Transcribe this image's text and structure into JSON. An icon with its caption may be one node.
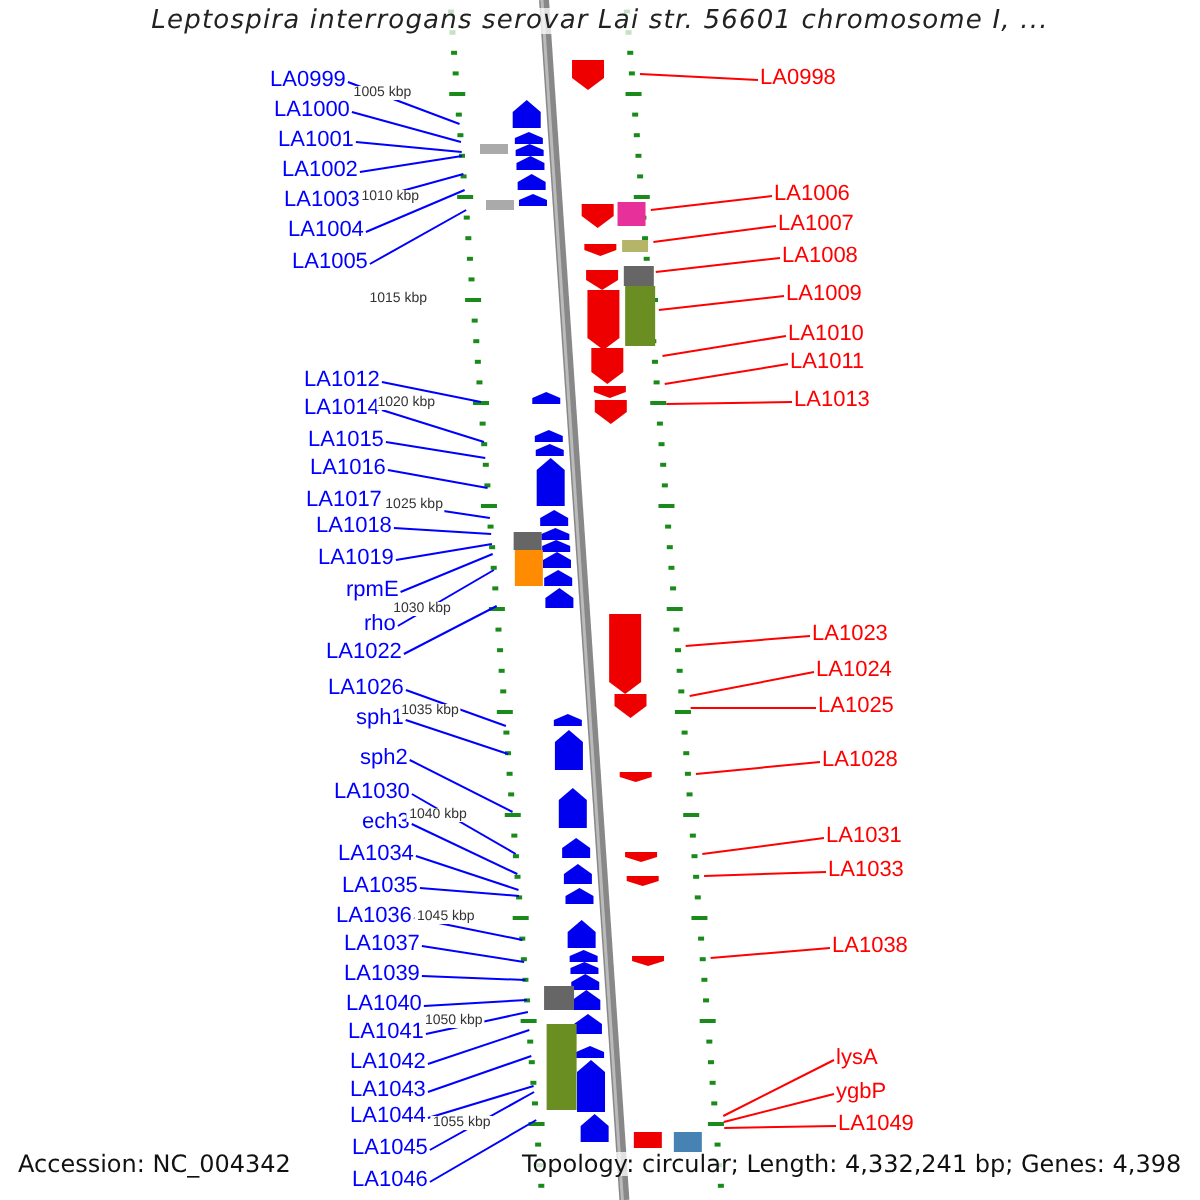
{
  "diagram": {
    "title": "Leptospira interrogans serovar Lai str. 56601 chromosome I, ...",
    "nodes": [
      {
        "text": [
          "LA0999"
        ]
      },
      {
        "text": [
          "LA1000"
        ]
      },
      {
        "text": [
          "LA1001"
        ]
      },
      {
        "text": [
          "LA1002"
        ]
      },
      {
        "text": [
          "LA1003"
        ]
      },
      {
        "text": [
          "LA1004"
        ]
      },
      {
        "text": [
          "LA1005"
        ]
      },
      {
        "text": [
          "LA1012"
        ]
      },
      {
        "text": [
          "LA1014"
        ]
      },
      {
        "text": [
          "LA1015"
        ]
      },
      {
        "text": [
          "LA1016"
        ]
      },
      {
        "text": [
          "LA1017"
        ]
      },
      {
        "text": [
          "LA1018"
        ]
      },
      {
        "text": [
          "LA1019"
        ]
      },
      {
        "text": [
          "rpmE"
        ]
      },
      {
        "text": [
          "rho"
        ]
      },
      {
        "text": [
          "LA1022"
        ]
      },
      {
        "text": [
          "LA1026"
        ]
      },
      {
        "text": [
          "sph1"
        ]
      },
      {
        "text": [
          "sph2"
        ]
      },
      {
        "text": [
          "LA1030"
        ]
      },
      {
        "text": [
          "ech3"
        ]
      },
      {
        "text": [
          "LA1034"
        ]
      },
      {
        "text": [
          "LA1035"
        ]
      },
      {
        "text": [
          "LA1036"
        ]
      },
      {
        "text": [
          "LA1037"
        ]
      },
      {
        "text": [
          "LA1039"
        ]
      },
      {
        "text": [
          "LA1040"
        ]
      },
      {
        "text": [
          "LA1041"
        ]
      },
      {
        "text": [
          "LA1042"
        ]
      },
      {
        "text": [
          "LA1043"
        ]
      },
      {
        "text": [
          "LA1044"
        ]
      },
      {
        "text": [
          "LA1045"
        ]
      },
      {
        "text": [
          "LA1046"
        ]
      },
      {
        "text": [
          "LA0998"
        ]
      },
      {
        "text": [
          "LA1006"
        ]
      },
      {
        "text": [
          "LA1007"
        ]
      },
      {
        "text": [
          "LA1008"
        ]
      },
      {
        "text": [
          "LA1009"
        ]
      },
      {
        "text": [
          "LA1010"
        ]
      },
      {
        "text": [
          "LA1011"
        ]
      },
      {
        "text": [
          "LA1013"
        ]
      },
      {
        "text": [
          "LA1023"
        ]
      },
      {
        "text": [
          "LA1024"
        ]
      },
      {
        "text": [
          "LA1025"
        ]
      },
      {
        "text": [
          "LA1028"
        ]
      },
      {
        "text": [
          "LA1031"
        ]
      },
      {
        "text": [
          "LA1033"
        ]
      },
      {
        "text": [
          "LA1038"
        ]
      },
      {
        "text": [
          "lysA"
        ]
      },
      {
        "text": [
          "ygbP"
        ]
      },
      {
        "text": [
          "LA1049"
        ]
      }
    ],
    "edges": [
      {
        "from": 0,
        "to": null,
        "arrow": "none"
      },
      {
        "from": 1,
        "to": null,
        "arrow": "none"
      },
      {
        "from": 2,
        "to": null,
        "arrow": "none"
      },
      {
        "from": 3,
        "to": null,
        "arrow": "none"
      },
      {
        "from": 4,
        "to": null,
        "arrow": "none"
      },
      {
        "from": 5,
        "to": null,
        "arrow": "none"
      },
      {
        "from": 6,
        "to": null,
        "arrow": "none"
      },
      {
        "from": 7,
        "to": null,
        "arrow": "none"
      },
      {
        "from": 8,
        "to": null,
        "arrow": "none"
      },
      {
        "from": 9,
        "to": null,
        "arrow": "none"
      },
      {
        "from": 10,
        "to": null,
        "arrow": "none"
      },
      {
        "from": 11,
        "to": null,
        "arrow": "none"
      },
      {
        "from": 12,
        "to": null,
        "arrow": "none"
      },
      {
        "from": 13,
        "to": null,
        "arrow": "none"
      },
      {
        "from": 14,
        "to": null,
        "arrow": "none"
      },
      {
        "from": 15,
        "to": null,
        "arrow": "none"
      },
      {
        "from": 16,
        "to": null,
        "arrow": "none"
      },
      {
        "from": 17,
        "to": null,
        "arrow": "none"
      },
      {
        "from": 18,
        "to": null,
        "arrow": "none"
      },
      {
        "from": 19,
        "to": null,
        "arrow": "none"
      },
      {
        "from": 20,
        "to": null,
        "arrow": "none"
      },
      {
        "from": 21,
        "to": null,
        "arrow": "none"
      },
      {
        "from": 22,
        "to": null,
        "arrow": "none"
      },
      {
        "from": 23,
        "to": null,
        "arrow": "none"
      },
      {
        "from": 24,
        "to": null,
        "arrow": "none"
      },
      {
        "from": 25,
        "to": null,
        "arrow": "none"
      },
      {
        "from": 26,
        "to": null,
        "arrow": "none"
      },
      {
        "from": 27,
        "to": null,
        "arrow": "none"
      },
      {
        "from": 28,
        "to": null,
        "arrow": "none"
      },
      {
        "from": 29,
        "to": null,
        "arrow": "none"
      },
      {
        "from": 30,
        "to": null,
        "arrow": "none"
      },
      {
        "from": 31,
        "to": null,
        "arrow": "none"
      },
      {
        "from": 32,
        "to": null,
        "arrow": "none"
      },
      {
        "from": 33,
        "to": null,
        "arrow": "none"
      },
      {
        "from": 34,
        "to": null,
        "arrow": "none",
        "color": "#ff0000"
      },
      {
        "from": 35,
        "to": null,
        "arrow": "none",
        "color": "#ff0000"
      },
      {
        "from": 36,
        "to": null,
        "arrow": "none",
        "color": "#ff0000"
      },
      {
        "from": 37,
        "to": null,
        "arrow": "none",
        "color": "#ff0000"
      },
      {
        "from": 38,
        "to": null,
        "arrow": "none",
        "color": "#ff0000"
      },
      {
        "from": 39,
        "to": null,
        "arrow": "none",
        "color": "#ff0000"
      },
      {
        "from": 40,
        "to": null,
        "arrow": "none",
        "color": "#ff0000"
      },
      {
        "from": 41,
        "to": null,
        "arrow": "none",
        "color": "#ff0000"
      },
      {
        "from": 42,
        "to": null,
        "arrow": "none",
        "color": "#ff0000"
      },
      {
        "from": 43,
        "to": null,
        "arrow": "none",
        "color": "#ff0000"
      },
      {
        "from": 44,
        "to": null,
        "arrow": "none",
        "color": "#ff0000"
      },
      {
        "from": 45,
        "to": null,
        "arrow": "none",
        "color": "#ff0000"
      },
      {
        "from": 46,
        "to": null,
        "arrow": "none",
        "color": "#ff0000"
      },
      {
        "from": 47,
        "to": null,
        "arrow": "none",
        "color": "#ff0000"
      },
      {
        "from": 48,
        "to": null,
        "arrow": "none",
        "color": "#ff0000"
      },
      {
        "from": 49,
        "to": null,
        "arrow": "none",
        "color": "#ff0000"
      },
      {
        "from": 50,
        "to": null,
        "arrow": "none",
        "color": "#ff0000"
      },
      {
        "from": 51,
        "to": null,
        "arrow": "none",
        "color": "#ff0000"
      }
    ],
    "labels": [
      "1005 kbp",
      "1010 kbp",
      "1015 kbp",
      "1020 kbp",
      "1025 kbp",
      "1030 kbp",
      "1035 kbp",
      "1040 kbp",
      "1045 kbp",
      "1050 kbp",
      "1055 kbp",
      "Accession: NC_004342",
      "Topology: circular; Length: 4,332,241 bp; Genes: 4,398"
    ]
  }
}
